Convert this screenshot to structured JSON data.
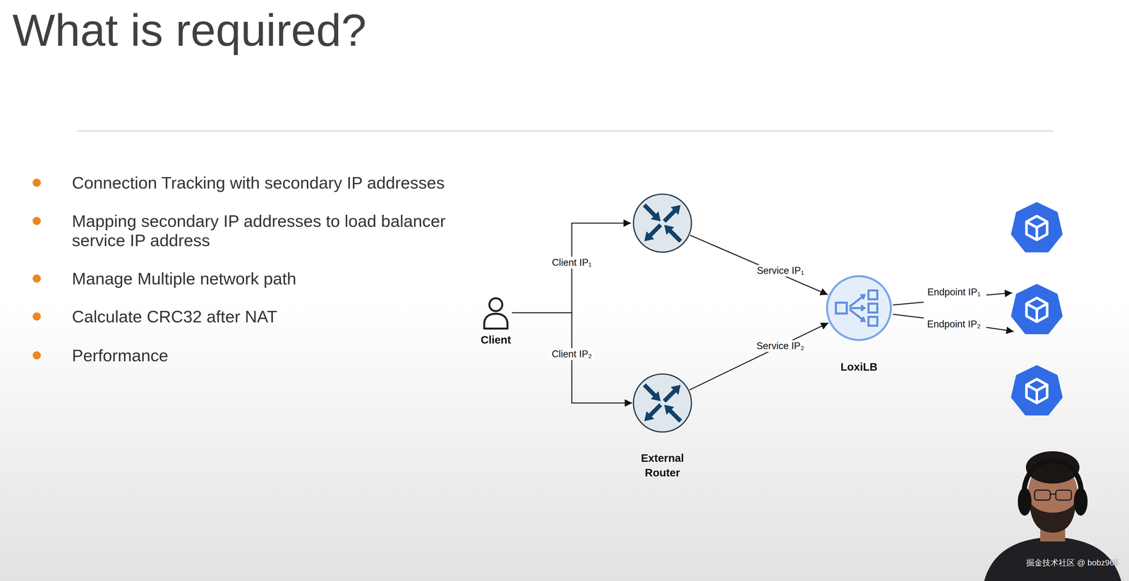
{
  "diagram": {
    "title": "What is required?",
    "nodes": [
      {
        "text": [
          "Client"
        ]
      },
      {
        "text": [
          "External Router"
        ]
      },
      {
        "text": [
          "LoxiLB"
        ]
      }
    ],
    "edges": [
      {
        "from": 0,
        "to": 1,
        "arrow": "to",
        "label": "Client IP₂"
      },
      {
        "from": 1,
        "to": 2,
        "arrow": "to",
        "label": "Service IP₂"
      }
    ],
    "labels": [
      "Connection Tracking with secondary IP addresses",
      "Mapping secondary IP addresses to load balancer service IP address",
      "Manage Multiple network path",
      "Calculate CRC32 after NAT",
      "Performance",
      "Client IP₁",
      "Service IP₁",
      "Endpoint IP₁",
      "Endpoint IP₂",
      "掘金技术社区 @ bobz965"
    ]
  }
}
